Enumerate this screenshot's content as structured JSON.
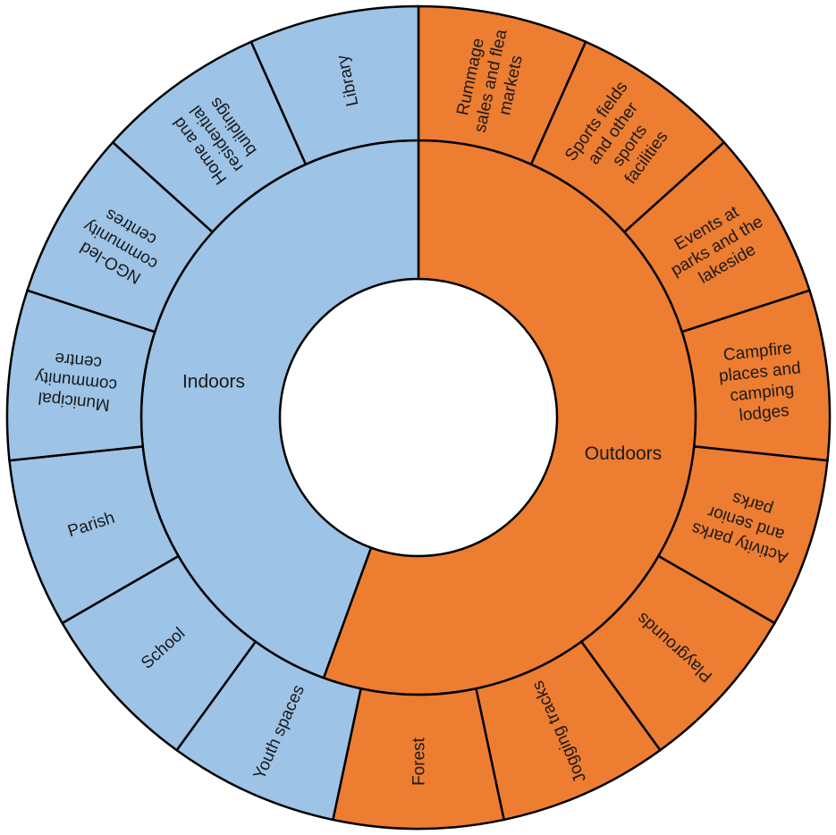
{
  "chart_data": {
    "type": "sunburst",
    "colors": {
      "Indoors": "#9dc3e6",
      "Outdoors": "#ed7d31",
      "stroke": "#000000"
    },
    "inner": [
      {
        "name": "Outdoors",
        "lines": [
          "Outdoors"
        ],
        "value": 10
      },
      {
        "name": "Indoors",
        "lines": [
          "Indoors"
        ],
        "value": 8
      }
    ],
    "outer": [
      {
        "parent": "Outdoors",
        "name": "Rummage sales and flea markets",
        "lines": [
          "Rummage",
          "sales and flea",
          "markets"
        ],
        "value": 1
      },
      {
        "parent": "Outdoors",
        "name": "Sports fields and other sports facilities",
        "lines": [
          "Sports fields",
          "and other",
          "sports",
          "facilities"
        ],
        "value": 1
      },
      {
        "parent": "Outdoors",
        "name": "Events at parks and the lakeside",
        "lines": [
          "Events at",
          "parks and the",
          "lakeside"
        ],
        "value": 1
      },
      {
        "parent": "Outdoors",
        "name": "Campfire places and camping lodges",
        "lines": [
          "Campfire",
          "places and",
          "camping",
          "lodges"
        ],
        "value": 1
      },
      {
        "parent": "Outdoors",
        "name": "Activity parks and senior parks",
        "lines": [
          "Activity parks",
          "and senior",
          "parks"
        ],
        "value": 1
      },
      {
        "parent": "Outdoors",
        "name": "Playgrounds",
        "lines": [
          "Playgrounds"
        ],
        "value": 1
      },
      {
        "parent": "Outdoors",
        "name": "Jogging tracks",
        "lines": [
          "Jogging tracks"
        ],
        "value": 1
      },
      {
        "parent": "Outdoors",
        "name": "Forest",
        "lines": [
          "Forest"
        ],
        "value": 1
      },
      {
        "parent": "Indoors",
        "name": "Youth spaces",
        "lines": [
          "Youth spaces"
        ],
        "value": 1
      },
      {
        "parent": "Indoors",
        "name": "School",
        "lines": [
          "School"
        ],
        "value": 1
      },
      {
        "parent": "Indoors",
        "name": "Parish",
        "lines": [
          "Parish"
        ],
        "value": 1
      },
      {
        "parent": "Indoors",
        "name": "Municipal community centre",
        "lines": [
          "Municipal",
          "community",
          "centre"
        ],
        "value": 1
      },
      {
        "parent": "Indoors",
        "name": "NGO-led community centres",
        "lines": [
          "NGO-led",
          "community",
          "centres"
        ],
        "value": 1
      },
      {
        "parent": "Indoors",
        "name": "Home and residential buildings",
        "lines": [
          "Home and",
          "residential",
          "buildings"
        ],
        "value": 1
      },
      {
        "parent": "Indoors",
        "name": "Library",
        "lines": [
          "Library"
        ],
        "value": 1
      }
    ]
  }
}
